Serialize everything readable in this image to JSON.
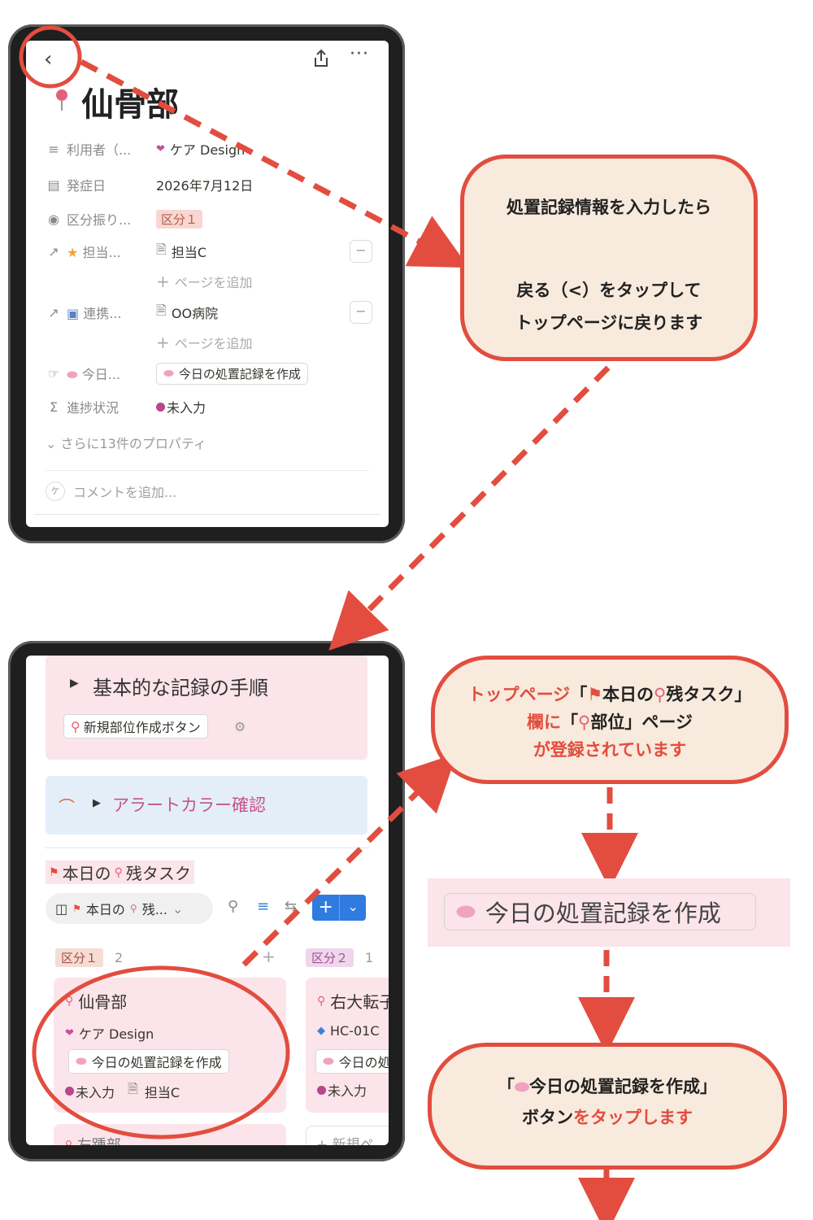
{
  "top_screen": {
    "title": "仙骨部",
    "title_icon": "pin-icon",
    "properties": [
      {
        "icon": "list-icon",
        "name": "利用者（...",
        "value": "ケア Design"
      },
      {
        "icon": "calendar-icon",
        "name": "発症日",
        "value": "2026年7月12日"
      },
      {
        "icon": "select-icon",
        "name": "区分振り...",
        "value": "区分１"
      },
      {
        "icon": "relation-icon",
        "name": "担当...",
        "value": "担当C",
        "add": "ページを追加"
      },
      {
        "icon": "relation-icon",
        "name": "連携...",
        "value": "OO病院",
        "add": "ページを追加"
      },
      {
        "icon": "button-icon",
        "name": "今日...",
        "value": "今日の処置記録を作成"
      },
      {
        "icon": "sigma-icon",
        "name": "進捗状況",
        "value": "未入力"
      }
    ],
    "more_props": "さらに13件のプロパティ",
    "comment_placeholder": "コメントを追加...",
    "comment_avatar": "ケ"
  },
  "bottom_screen": {
    "toggle1": "基本的な記録の手順",
    "new_button": "新規部位作成ボタン",
    "toggle2": "アラートカラー確認",
    "section_title": "本日の",
    "section_title_suffix": "残タスク",
    "view_label": "本日の",
    "view_suffix": "残...",
    "new_btn": "+",
    "groups": [
      {
        "label": "区分１",
        "count": "2"
      },
      {
        "label": "区分２",
        "count": "1"
      }
    ],
    "card1": {
      "title": "仙骨部",
      "user": "ケア Design",
      "button": "今日の処置記録を作成",
      "status": "未入力",
      "assignee": "担当C"
    },
    "card2": {
      "title": "右大転子",
      "code": "HC-01C",
      "button": "今日の処",
      "status": "未入力"
    },
    "card_below": "左踵部",
    "new_page": "新規ペ"
  },
  "bubble1": {
    "line1": "処置記録情報を入力したら",
    "line2": "戻る（<）をタップして",
    "line3": "トップページに戻ります"
  },
  "bubble2": {
    "l1a": "トップページ",
    "l1b": "「",
    "l1c": "本日の",
    "l1d": "残タスク」",
    "l2a": "欄に",
    "l2b": "「",
    "l2c": "部位」ページ",
    "l3": "が登録されています"
  },
  "big_button": "今日の処置記録を作成",
  "bubble3": {
    "line1a": "「",
    "line1b": "今日の処置記録を作成」",
    "line2a": "ボタン",
    "line2b": "をタップします"
  },
  "colors": {
    "accent_red": "#e24d3f",
    "bubble_bg": "#f8eadd",
    "pink_block": "#fbe4ea",
    "blue_block": "#e4eef8",
    "new_button_blue": "#2f7be0"
  }
}
